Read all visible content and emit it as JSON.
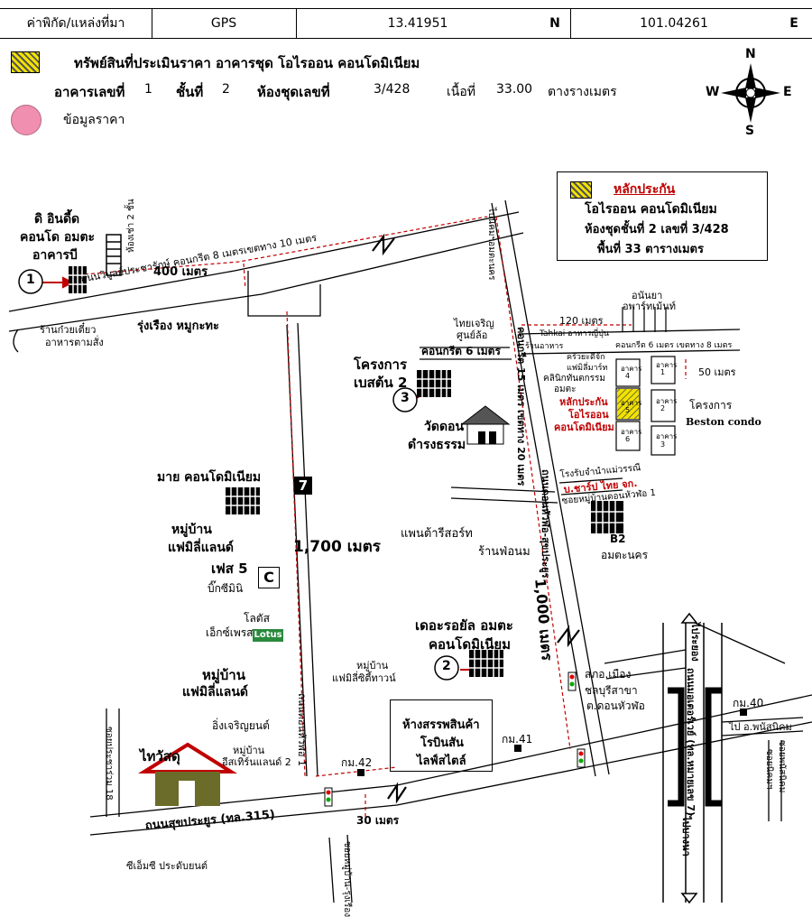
{
  "header": {
    "coord_label": "ค่าพิกัด/แหล่งที่มา",
    "source": "GPS",
    "lat": "13.41951",
    "lat_dir": "N",
    "lon": "101.04261",
    "lon_dir": "E"
  },
  "info": {
    "property_title": "ทรัพย์สินที่ประเมินราคา อาคารชุด โอไรออน คอนโดมิเนียม",
    "building_label": "อาคารเลขที่",
    "building_no": "1",
    "floor_label": "ชั้นที่",
    "floor_no": "2",
    "unit_label": "ห้องชุดเลขที่",
    "unit_no": "3/428",
    "area_label": "เนื้อที่",
    "area_value": "33.00",
    "area_unit": "ตางรางเมตร",
    "price_label": "ข้อมูลราคา"
  },
  "compass": {
    "n": "N",
    "s": "S",
    "e": "E",
    "w": "W"
  },
  "legend": {
    "title": "หลักประกัน",
    "line1": "โอไรออน คอนโดมิเนียม",
    "line2": "ห้องชุดชั้นที่ 2 เลขที่ 3/428",
    "line3": "พื้นที่ 33 ตารางเมตร"
  },
  "colors": {
    "collateral": "#f2e200",
    "price": "#f08fb0",
    "route": "#c00000"
  },
  "map": {
    "the_indy_1": "ดิ อินดี้ด",
    "the_indy_2": "คอนโด อมตะ",
    "the_indy_3": "อาคารบี",
    "room_vert": "ห้องเช่า 2 ชั้น",
    "d400": "400 เมตร",
    "road_top": "ถนนวิบูลย์ประชารักษ์ คอนกรีต 8 เมตรเขตทาง 10 เมตร",
    "noodle_1": "ร้านก๋วยเตี๋ยว",
    "noodle_2": "อาหารตามสั่ง",
    "mookata": "รุ่งเรือง หมูกะทะ",
    "to_amata": "ไปนิคมฯอมตะนคร",
    "thai_1": "ไทยเจริญ",
    "thai_2": "ศูนย์ล้อ",
    "concrete6": "คอนกรีต 6 เมตร",
    "proj_1": "โครงการ",
    "proj_2": "เบสต้น 2",
    "wat_1": "วัดดอน",
    "wat_2": "ดำรงธรรม",
    "concrete15": "คอนกรีต 15 เมตร เขตทาง 20 เมตร",
    "road_huafo": "ถนนดอนหัวฬ่อ-สุขประยูร",
    "d1000": "1,000 เมตร",
    "d120": "120 เมตร",
    "anan_1": "อนันยา",
    "anan_2": "อพาร์ทเม้นท์",
    "tahkai": "Tahkai อาหารญี่ปุ่น",
    "food_store": "ร้านอาหาร",
    "concrete6b": "คอนกรีต 6 เมตร เขตทาง 8 เมตร",
    "kitchen_1": "ครัวยะดีจัก",
    "kitchen_2": "แฟมิลี่มาร์ท",
    "clinic_1": "คลินิกทันตกรรม",
    "clinic_2": "อมตะ",
    "d50": "50 เมตร",
    "coll_1": "หลักประกัน",
    "coll_2": "โอไรออน",
    "coll_3": "คอนโดมิเนียม",
    "bld": "อาคาร",
    "bno1": "1",
    "bno2": "2",
    "bno3": "3",
    "bno4": "4",
    "bno5": "5",
    "bno6": "6",
    "beston_1": "โครงการ",
    "beston_2": "Beston condo",
    "factory": "โรงรับจำนำแม่วรรณี",
    "sharp": "บ.ชาร์ป ไทย จก.",
    "village_huafo": "ซอยหมู่บ้านดอนหัวฬ่อ 1",
    "b2_1": "B2",
    "b2_2": "อมตะนคร",
    "my_condo": "มาย คอนโดมิเนียม",
    "seven": "7",
    "d1700": "1,700 เมตร",
    "family_1": "หมู่บ้าน",
    "family_2": "แฟมิลี่แลนด์",
    "family_3": "เฟส 5",
    "bigc_1": "บิ๊กซีมินิ",
    "bigc_icon": "C",
    "lotus_1": "โลตัส",
    "lotus_2": "เอ็กซ์เพรส",
    "lotus_logo": "Lotus",
    "resort": "แพนต้ารีสอร์ท",
    "milk": "ร้านฟ่อนม",
    "royal_1": "เดอะรอยัล อมตะ",
    "royal_2": "คอนโดมิเนียม",
    "fam2_1": "หมู่บ้าน",
    "fam2_2": "แฟมิลี่แลนด์",
    "town_1": "หมู่บ้าน",
    "town_2": "แฟมิลี่ซิตี้ทาวน์",
    "ing": "อิ่งเจริญยนต์",
    "east_1": "หมู่บ้าน",
    "east_2": "อีสเทิร์นแลนด์ 2",
    "road_donhuafo": "ถนนดอนหัวฬ่อ 1",
    "mall_1": "ห้างสรรพสินค้า",
    "mall_2": "โรบินสัน",
    "mall_3": "ไลฟ์สไตล์",
    "km41": "กม.41",
    "km42": "กม.42",
    "km40": "กม.40",
    "police_1": "สภอ.เมือง",
    "police_2": "ชลบุรีสาขา",
    "police_3": "ต.ดอนหัวฬ่อ",
    "to_rayong": "ไประยอง",
    "to_bkk": "ไปบางนา",
    "motorway": "ถนนมอเตอร์เวย์ (ทล.หมายเลข 7)",
    "to_phanat": "ไป อ.พนัสนิคม",
    "soi_phanat_1": "ซอยพนัสนิคม",
    "soi_phanat_2": "ซอยนิคมฯ",
    "soi_18": "ซอยประชาร่วม 18",
    "thaiwatsadu": "ไทวัสดุ",
    "sukprayoon": "ถนนสุขประยูร (ทล.315)",
    "d30": "30 เมตร",
    "soi_bottom": "ซอยหมู่บ้าน-รุ่งเรือง",
    "sm_toyota": "ซีเอ็มซี ประดับยนต์",
    "m1": "1",
    "m2": "2",
    "m3": "3"
  }
}
